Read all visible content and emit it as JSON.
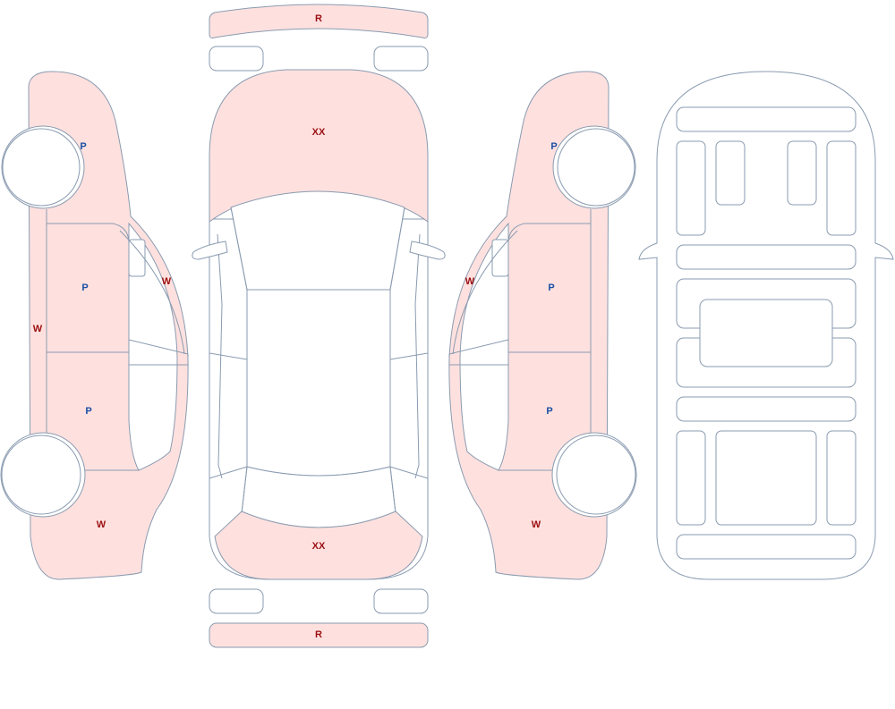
{
  "colors": {
    "panel_fill": "#fee1df",
    "outline": "#8a9bb0",
    "code_red": "#9b0f12",
    "code_blue": "#1a4fa5"
  },
  "labels": {
    "front_bumper": "R",
    "rear_bumper": "R",
    "hood": "XX",
    "trunk": "XX",
    "left_front_fender": "P",
    "left_front_door": "P",
    "left_rear_door": "P",
    "left_rocker": "W",
    "left_pillar": "W",
    "left_quarter": "W",
    "right_front_fender": "P",
    "right_front_door": "P",
    "right_rear_door": "P",
    "right_pillar": "W",
    "right_quarter": "W"
  }
}
